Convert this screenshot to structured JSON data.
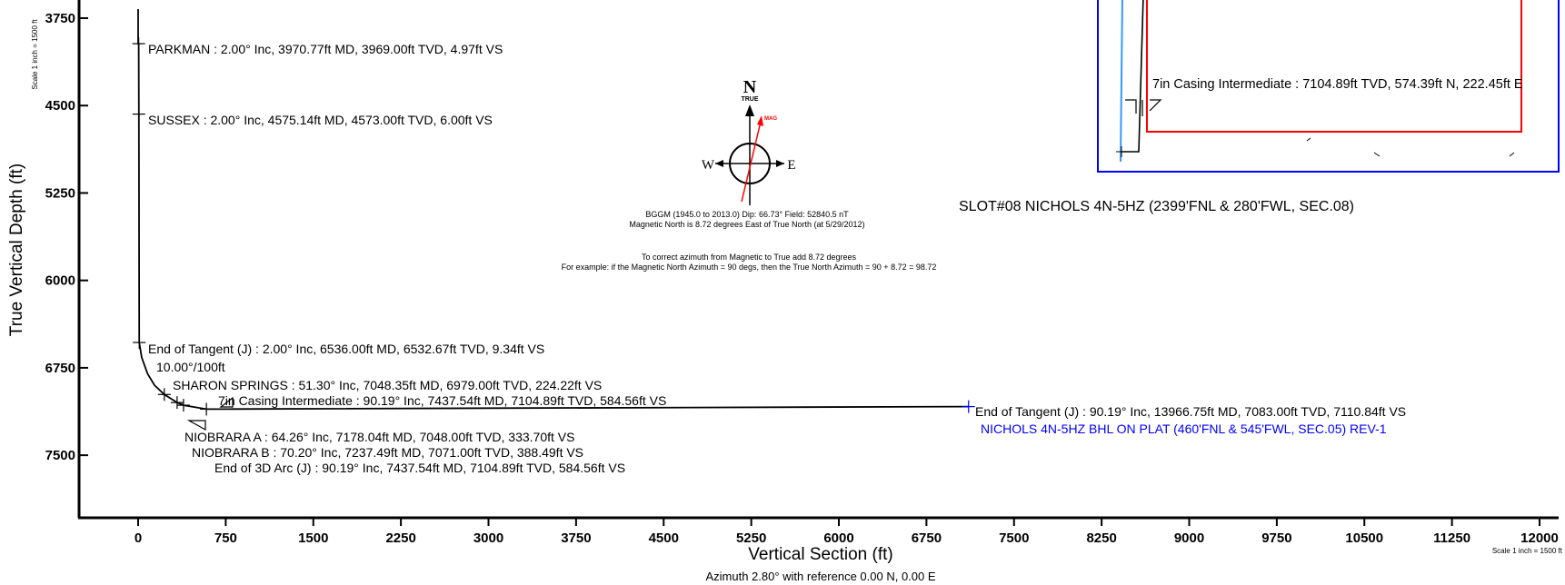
{
  "chart_data": {
    "type": "line",
    "xlabel": "Vertical Section (ft)",
    "ylabel": "True Vertical Depth (ft)",
    "azimuth_note": "Azimuth 2.80° with reference 0.00 N, 0.00 E",
    "scale_note_left": "Scale 1 inch = 1500 ft",
    "scale_note_right": "Scale 1 inch = 1500 ft",
    "x_ticks": [
      0,
      750,
      1500,
      2250,
      3000,
      3750,
      4500,
      5250,
      6000,
      6750,
      7500,
      8250,
      9000,
      9750,
      10500,
      11250,
      12000
    ],
    "y_ticks": [
      3750,
      4500,
      5250,
      6000,
      6750,
      7500
    ],
    "xlim": [
      -500,
      12200
    ],
    "ylim": [
      3500,
      8050
    ],
    "series": [
      {
        "x": [
          0,
          0,
          4.97,
          6.0,
          9.34,
          30,
          80,
          140,
          224.22,
          333.7,
          388.49,
          584.56,
          584.56,
          7110.84
        ],
        "y": [
          3500,
          3969.0,
          3969.0,
          4573.0,
          6532.67,
          6660,
          6800,
          6900,
          6979.0,
          7048.0,
          7071.0,
          7104.89,
          7104.89,
          7083.0
        ]
      }
    ],
    "annotations": [
      {
        "text": "PARKMAN : 2.00° Inc, 3970.77ft MD, 3969.00ft TVD, 4.97ft VS",
        "x": 4.97,
        "y": 3969.0
      },
      {
        "text": "SUSSEX : 2.00° Inc, 4575.14ft MD, 4573.00ft TVD, 6.00ft VS",
        "x": 6.0,
        "y": 4573.0
      },
      {
        "text": "End of Tangent (J) : 2.00° Inc, 6536.00ft MD, 6532.67ft TVD, 9.34ft VS",
        "x": 9.34,
        "y": 6532.67
      },
      {
        "text": "10.00°/100ft",
        "x": 150,
        "y": 6700
      },
      {
        "text": "SHARON SPRINGS : 51.30° Inc, 7048.35ft MD, 6979.00ft TVD, 224.22ft VS",
        "x": 300,
        "y": 6860
      },
      {
        "text": "7in Casing Intermediate : 90.19° Inc, 7437.54ft MD, 7104.89ft TVD, 584.56ft VS",
        "x": 700,
        "y": 6980
      },
      {
        "text": "NIOBRARA A : 64.26° Inc, 7178.04ft MD, 7048.00ft TVD, 333.70ft VS",
        "x": 400,
        "y": 7280
      },
      {
        "text": "NIOBRARA B : 70.20° Inc, 7237.49ft MD, 7071.00ft TVD, 388.49ft VS",
        "x": 460,
        "y": 7410
      },
      {
        "text": "End of 3D Arc (J) : 90.19° Inc, 7437.54ft MD, 7104.89ft TVD, 584.56ft VS",
        "x": 660,
        "y": 7550
      },
      {
        "text": "End of Tangent (J) : 90.19° Inc, 13966.75ft MD, 7083.00ft TVD, 7110.84ft VS",
        "x": 7200,
        "y": 7083
      },
      {
        "text": "NICHOLS 4N-5HZ BHL ON PLAT (460'FNL & 545'FWL, SEC.05) REV-1",
        "x": 7200,
        "y": 7240
      }
    ],
    "slot_label": "SLOT#08 NICHOLS 4N-5HZ (2399'FNL & 280'FWL, SEC.08)",
    "inset_label": "7in Casing Intermediate : 7104.89ft TVD, 574.39ft N, 222.45ft E",
    "compass": {
      "north": "N",
      "true_label": "TRUE",
      "mag_label": "MAG",
      "west": "W",
      "east": "E",
      "declination_deg": 8.72
    },
    "magnetic_notes": [
      "BGGM (1945.0 to 2013.0) Dip: 66.73°  Field: 52840.5 nT",
      "Magnetic North is 8.72 degrees East of True North (at 5/29/2012)",
      "To correct azimuth from Magnetic to True add 8.72 degrees",
      "For example: if the Magnetic North Azimuth = 90 degs, then the True North Azimuth = 90 + 8.72 = 98.72"
    ],
    "colors": {
      "axis": "#000000",
      "wellpath": "#000000",
      "bhl_text": "#0000ff",
      "inset_blue": "#0000ff",
      "inset_red": "#ff0000",
      "inset_lightblue": "#3399ff",
      "mag_arrow": "#ff0000"
    }
  }
}
